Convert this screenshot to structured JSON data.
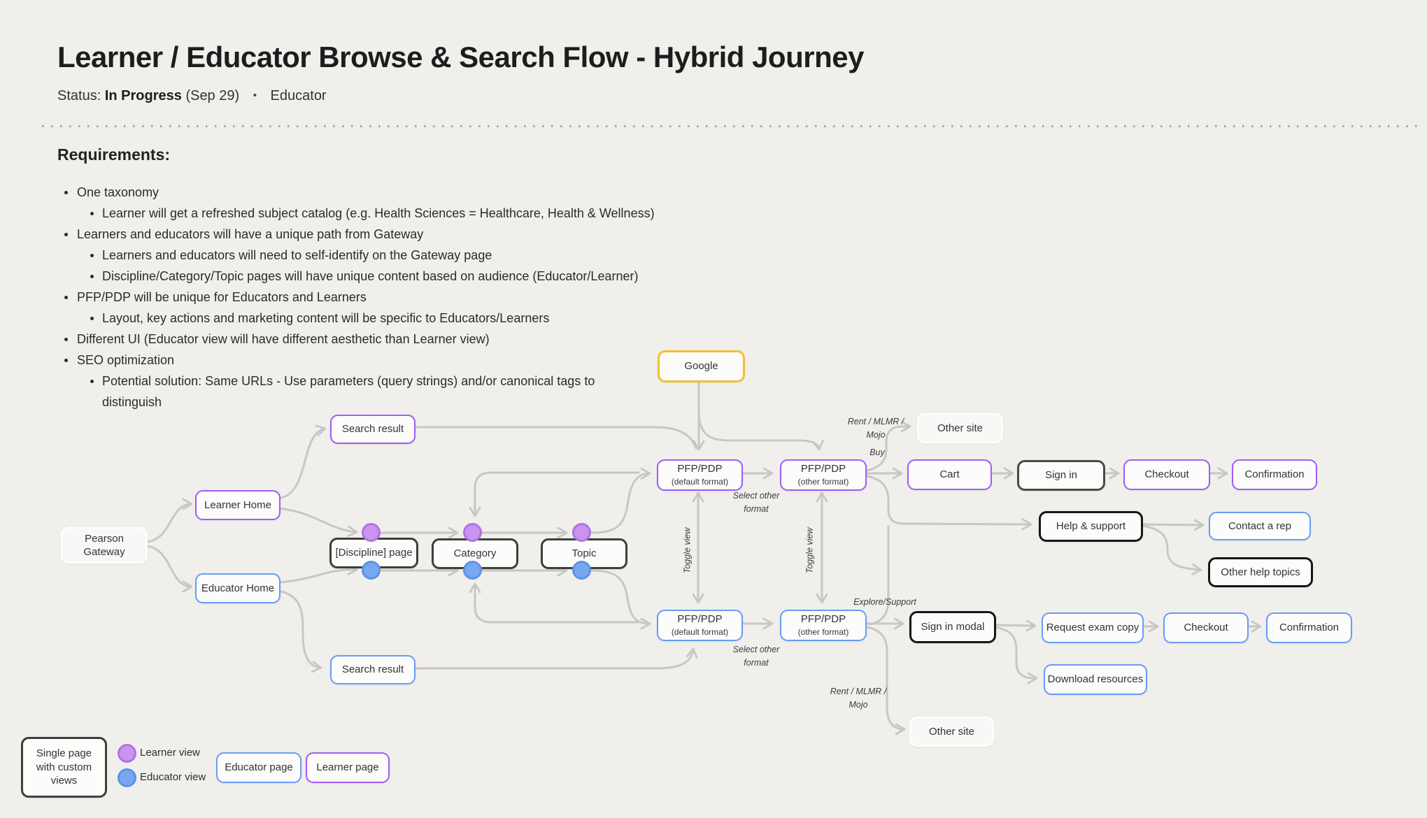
{
  "page": {
    "title": "Learner / Educator Browse & Search Flow - Hybrid Journey"
  },
  "status": {
    "label": "Status:",
    "value": "In Progress",
    "date": "(Sep 29)",
    "separator": "•",
    "audience": "Educator"
  },
  "requirements": {
    "heading": "Requirements:",
    "items": [
      {
        "level": 1,
        "text": "One taxonomy"
      },
      {
        "level": 2,
        "text": "Learner will get a refreshed subject catalog (e.g. Health Sciences = Healthcare, Health & Wellness)"
      },
      {
        "level": 1,
        "text": "Learners and educators will have a unique path from Gateway"
      },
      {
        "level": 2,
        "text": "Learners and educators will need to self-identify on the Gateway page"
      },
      {
        "level": 2,
        "text": "Discipline/Category/Topic pages will have unique content based on audience (Educator/Learner)"
      },
      {
        "level": 1,
        "text": "PFP/PDP will be unique for Educators and Learners"
      },
      {
        "level": 2,
        "text": "Layout, key actions and marketing content will be specific to Educators/Learners"
      },
      {
        "level": 1,
        "text": "Different UI (Educator view will have different aesthetic than Learner view)"
      },
      {
        "level": 1,
        "text": "SEO optimization"
      },
      {
        "level": 2,
        "text": "Potential solution: Same URLs - Use parameters (query strings)  and/or canonical tags to distinguish"
      }
    ]
  },
  "flow": {
    "google": {
      "label": "Google"
    },
    "pearson_gateway": {
      "label": "Pearson Gateway"
    },
    "learner_home": {
      "label": "Learner Home"
    },
    "educator_home": {
      "label": "Educator Home"
    },
    "search_result_top": {
      "label": "Search result"
    },
    "search_result_bottom": {
      "label": "Search result"
    },
    "discipline": {
      "label": "[Discipline] page"
    },
    "category": {
      "label": "Category"
    },
    "topic": {
      "label": "Topic"
    },
    "pfp_default_learner": {
      "label": "PFP/PDP",
      "sublabel": "(default format)"
    },
    "pfp_other_learner": {
      "label": "PFP/PDP",
      "sublabel": "(other format)"
    },
    "pfp_default_educator": {
      "label": "PFP/PDP",
      "sublabel": "(default format)"
    },
    "pfp_other_educator": {
      "label": "PFP/PDP",
      "sublabel": "(other format)"
    },
    "other_site_top": {
      "label": "Other site"
    },
    "other_site_bottom": {
      "label": "Other site"
    },
    "cart": {
      "label": "Cart"
    },
    "sign_in": {
      "label": "Sign in"
    },
    "checkout_top": {
      "label": "Checkout"
    },
    "confirmation_top": {
      "label": "Confirmation"
    },
    "help_support": {
      "label": "Help & support"
    },
    "contact_rep": {
      "label": "Contact a rep"
    },
    "other_help_topics": {
      "label": "Other help topics"
    },
    "sign_in_modal": {
      "label": "Sign in modal"
    },
    "request_exam_copy": {
      "label": "Request exam copy"
    },
    "checkout_bottom": {
      "label": "Checkout"
    },
    "confirmation_bottom": {
      "label": "Confirmation"
    },
    "download_resources": {
      "label": "Download resources"
    }
  },
  "edge_labels": {
    "rent_top": {
      "line1": "Rent / MLMR /",
      "line2": "Mojo"
    },
    "buy": "Buy",
    "select_other_top": {
      "line1": "Select other",
      "line2": "format"
    },
    "toggle_left": "Toggle view",
    "toggle_right": "Toggle view",
    "explore_support": "Explore/Support",
    "select_other_bottom": {
      "line1": "Select other",
      "line2": "format"
    },
    "rent_bottom": {
      "line1": "Rent / MLMR /",
      "line2": "Mojo"
    }
  },
  "legend": {
    "single_page": "Single page with custom views",
    "learner_view": "Learner view",
    "educator_view": "Educator view",
    "educator_page": "Educator page",
    "learner_page": "Learner page"
  },
  "colors": {
    "learner_purple": "#a15cf8",
    "educator_blue": "#699bf7",
    "google_yellow": "#f2c230",
    "connector_gray": "#c8c7c5",
    "dark_border": "#3e3e3c",
    "black_border": "#161616",
    "background": "#f0efec"
  }
}
